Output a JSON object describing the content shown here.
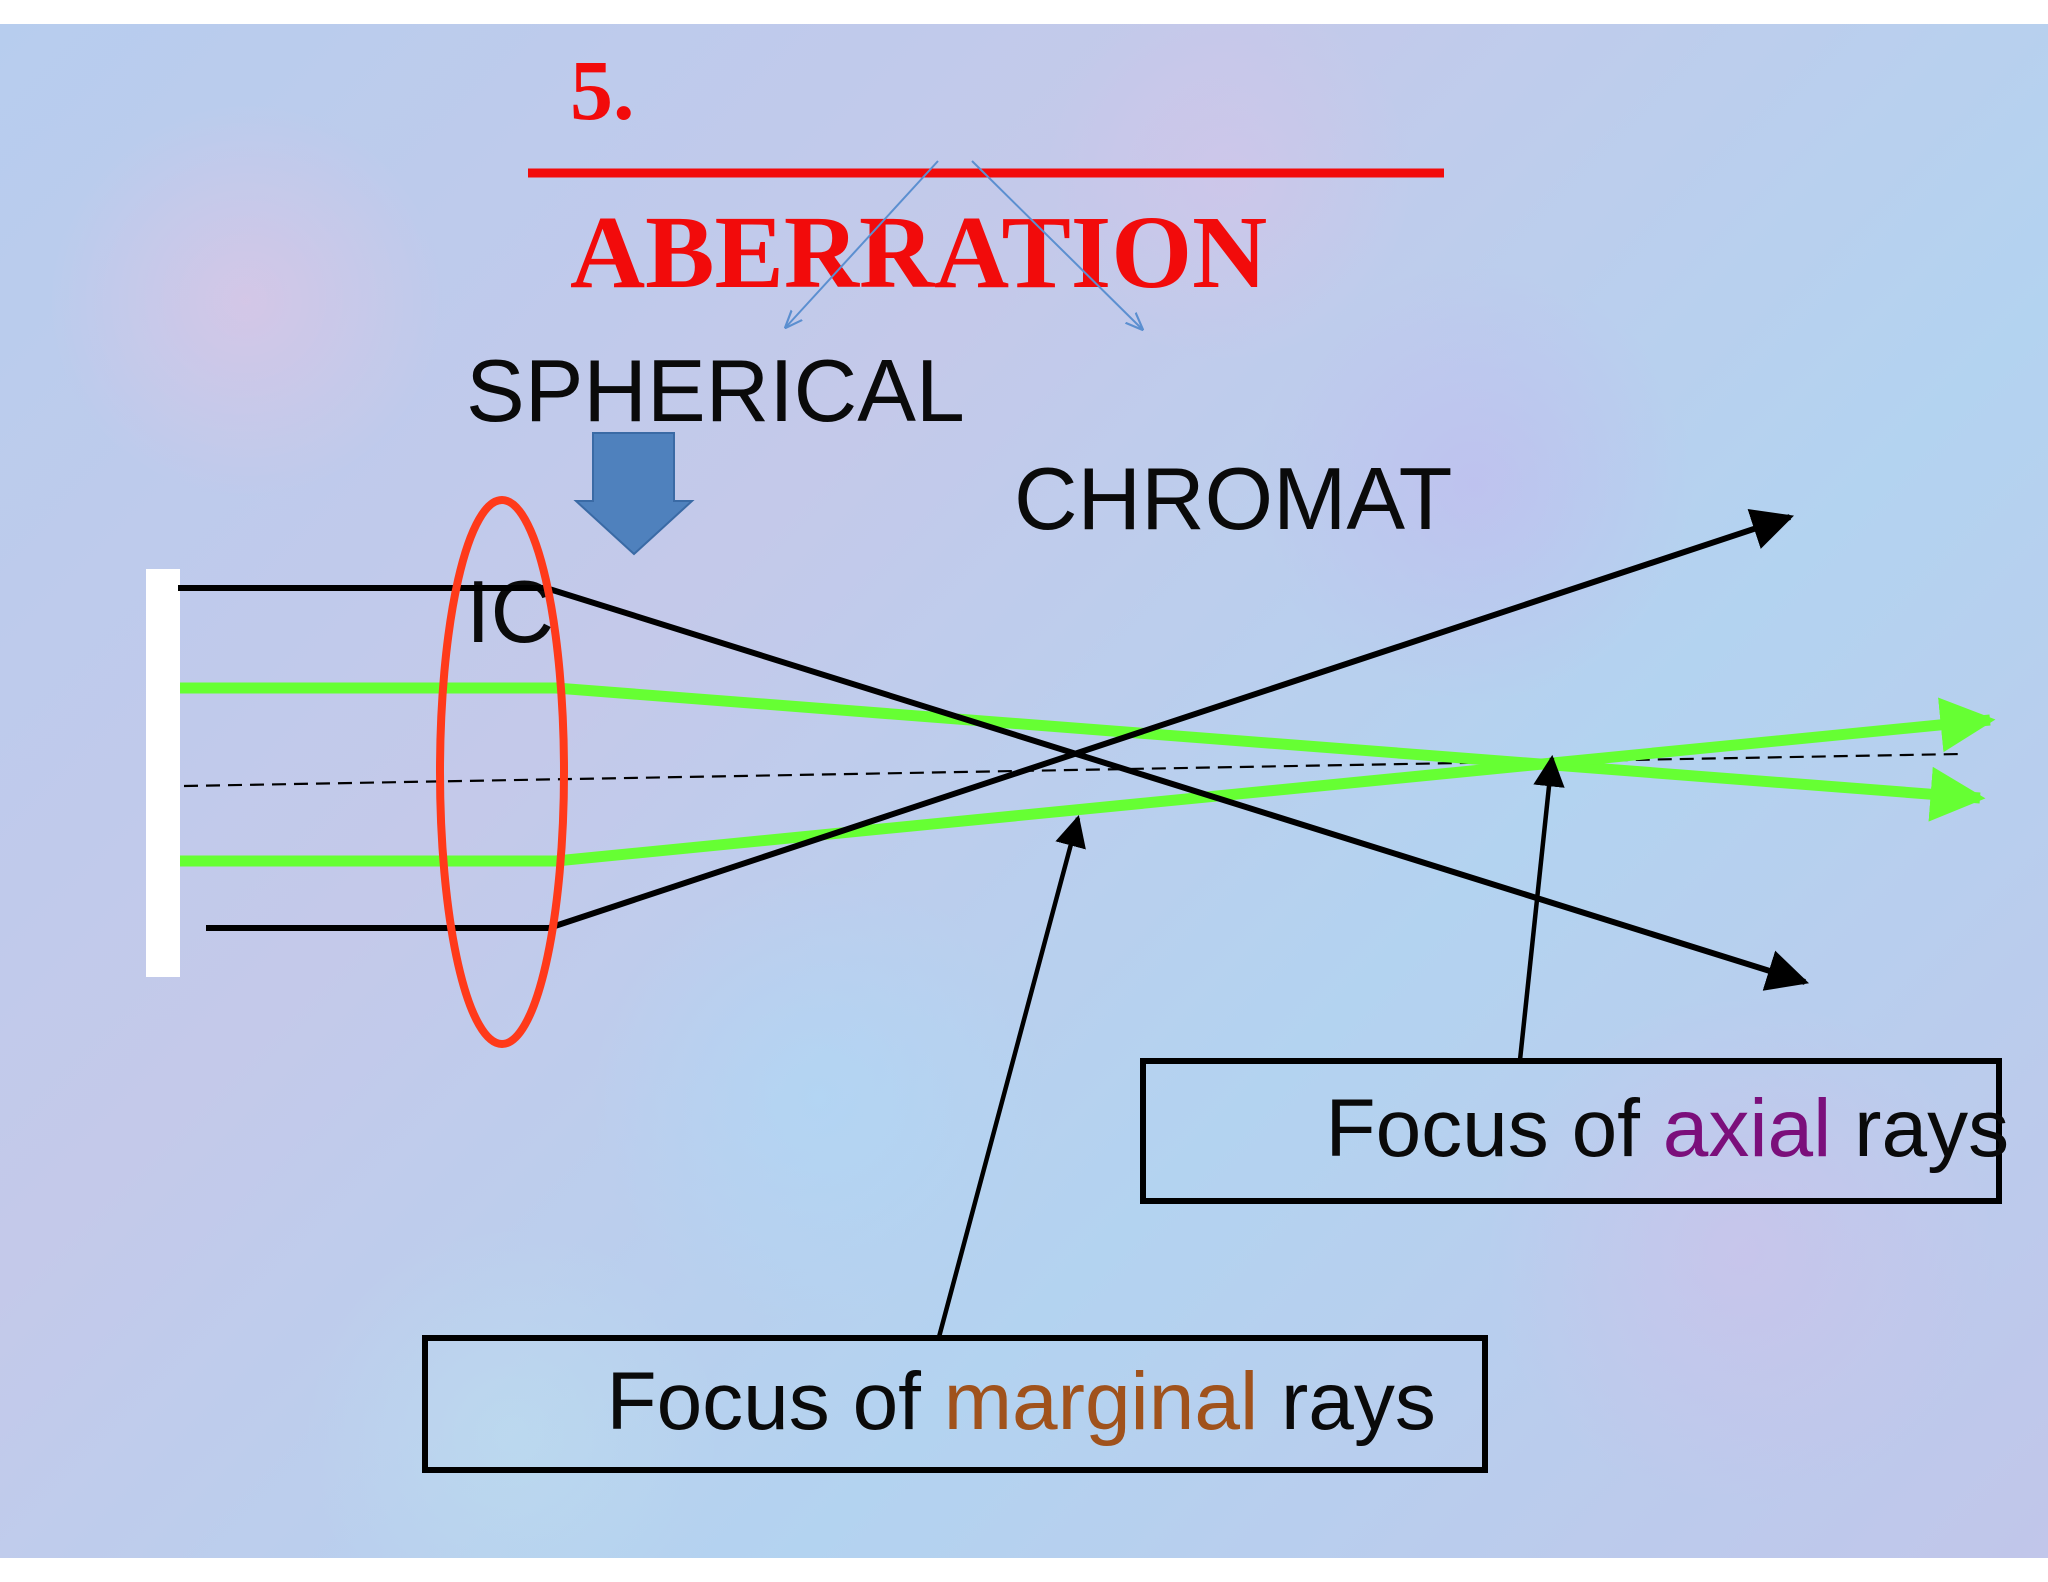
{
  "slide": {
    "number": "5.",
    "title": "ABERRATION",
    "branch_left": "SPHERICAL",
    "branch_right_line1": "CHROMAT",
    "branch_right_line2": "IC"
  },
  "callouts": {
    "axial": {
      "prefix": "Focus of ",
      "highlight": "axial",
      "suffix": " rays",
      "highlight_color": "#7b0f7b"
    },
    "marginal": {
      "prefix": "Focus of ",
      "highlight": "marginal",
      "suffix": " rays",
      "highlight_color": "#a0521c"
    }
  },
  "colors": {
    "title": "#f20b0b",
    "lens": "#ff3a1a",
    "axial_rays": "#66ff33",
    "marginal_rays": "#000000",
    "branch_arrows": "#5b8fd0",
    "down_arrow": "#4f81bd",
    "stop": "#ffffff"
  }
}
